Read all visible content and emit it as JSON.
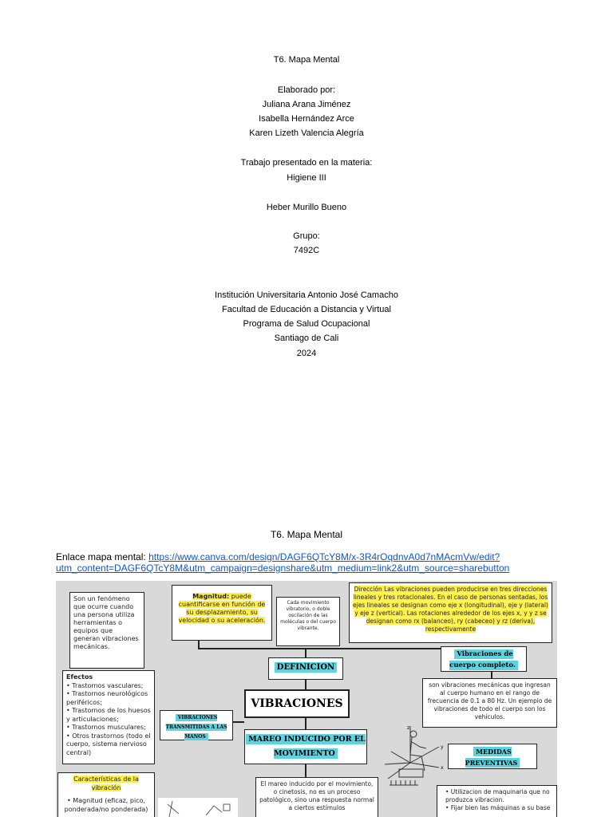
{
  "cover": {
    "title": "T6. Mapa Mental",
    "elaborado_label": "Elaborado por:",
    "authors": [
      "Juliana Arana Jiménez",
      "Isabella Hernández Arce",
      "Karen Lizeth Valencia Alegría"
    ],
    "trabajo_label": "Trabajo presentado en la materia:",
    "materia": "Higiene III",
    "docente": "Heber Murillo Bueno",
    "grupo_label": "Grupo:",
    "grupo": "7492C",
    "institucion": "Institución Universitaria Antonio José Camacho",
    "facultad": "Facultad de Educación a Distancia y Virtual",
    "programa": "Programa de Salud Ocupacional",
    "ciudad": "Santiago de Cali",
    "anio": "2024"
  },
  "second_page": {
    "title": "T6. Mapa Mental",
    "link_label": "Enlace mapa mental: ",
    "link_text_1": "https://www.canva.com/design/DAGF6QTcY8M/x-3R4rOqdnvA0d7nMAcmVw/edit?",
    "link_text_2": "utm_content=DAGF6QTcY8M&utm_campaign=designshare&utm_medium=link2&utm_source=sharebutton"
  },
  "mindmap": {
    "fenomeno": "Son un fenómeno que ocurre cuando una persona utiliza herramientas o equipos que generan vibraciones mecánicas.",
    "magnitud_title": "Magnitud:",
    "magnitud_text": "puede cuantificarse en función de su desplazamiento, su velocidad o su aceleración.",
    "cada_movimiento": "Cada movimiento vibratorio, o doble oscilación de las moléculas o del cuerpo vibrante.",
    "direccion": "Dirección Las vibraciones pueden producirse en tres direcciones lineales y tres rotacionales. En el caso de personas sentadas, los ejes lineales se designan como eje x (longitudinal), eje y (lateral) y eje z (vertical). Las rotaciones alrededor de los ejes x, y y z se designan como rx (balanceo), ry (cabeceo) y rz (deriva), respectivamente",
    "definicion": "DEFINICION",
    "vibraciones_cuerpo": "Vibraciones de cuerpo completo.",
    "efectos_title": "Efectos",
    "efectos": [
      "• Trastornos vasculares;",
      "• Trastornos neurológicos periféricos;",
      "• Trastornos de los huesos y articulaciones;",
      "• Trastornos musculares;",
      "• Otros trastornos (todo el cuerpo, sistema nervioso central)"
    ],
    "cuerpo_completo_text": "son vibraciones mecánicas que ingresan al cuerpo humano en el rango de frecuencia de 0.1 a 80 Hz. Un ejemplo de vibraciones de todo el cuerpo son los vehículos.",
    "vibraciones_title": "VIBRACIONES",
    "transmitidas": "VIBRACIONES TRANSMITIDAS A LAS MANOS",
    "mareo": "MAREO INDUCIDO POR EL MOVIMIENTO",
    "medidas": "MEDIDAS PREVENTIVAS",
    "caracteristicas": "Características de la vibración",
    "caracteristicas_item": "• Magnitud (eficaz, pico, ponderada/no ponderada)",
    "mareo_text": "El mareo inducido por el movimiento, o cinetosis, no es un proceso patológico, sino una respuesta normal a ciertos estímulos",
    "medidas_items": [
      "• Utilizacion de maquinaria que no produzca vibracion.",
      "• Fijar bien las máquinas a su base"
    ],
    "axis_z": "z",
    "axis_y": "y",
    "axis_x": "x"
  }
}
